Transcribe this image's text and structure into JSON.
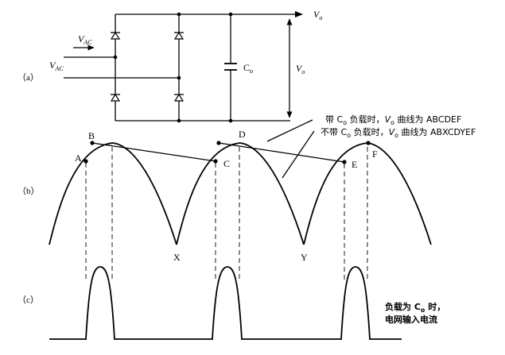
{
  "panels": {
    "a": "（a）",
    "b": "（b）",
    "c": "（c）"
  },
  "circuit": {
    "vo_out": {
      "main": "V",
      "sub": "o"
    },
    "vac_top": {
      "main": "V",
      "sub": "AC"
    },
    "vac_left": {
      "main": "V",
      "sub": "AC"
    },
    "cap": {
      "main": "C",
      "sub": "o"
    },
    "vo_meas": {
      "main": "V",
      "sub": "o"
    }
  },
  "points": {
    "A": "A",
    "B": "B",
    "C": "C",
    "D": "D",
    "E": "E",
    "F": "F",
    "X": "X",
    "Y": "Y"
  },
  "annotations": {
    "with_cap": {
      "p1": "带 C",
      "p1sub": "o",
      "p2": " 负载时，",
      "p3": "V",
      "p3sub": "o",
      "p4": " 曲线为 ABCDEF"
    },
    "without_cap": {
      "p1": "不带 C",
      "p1sub": "o",
      "p2": " 负载时，",
      "p3": "V",
      "p3sub": "o",
      "p4": " 曲线为 ABXCDYEF"
    }
  },
  "current_label": {
    "line1_a": "负载为 C",
    "line1_sub": "o",
    "line1_b": " 时，",
    "line2": "电网输入电流"
  }
}
